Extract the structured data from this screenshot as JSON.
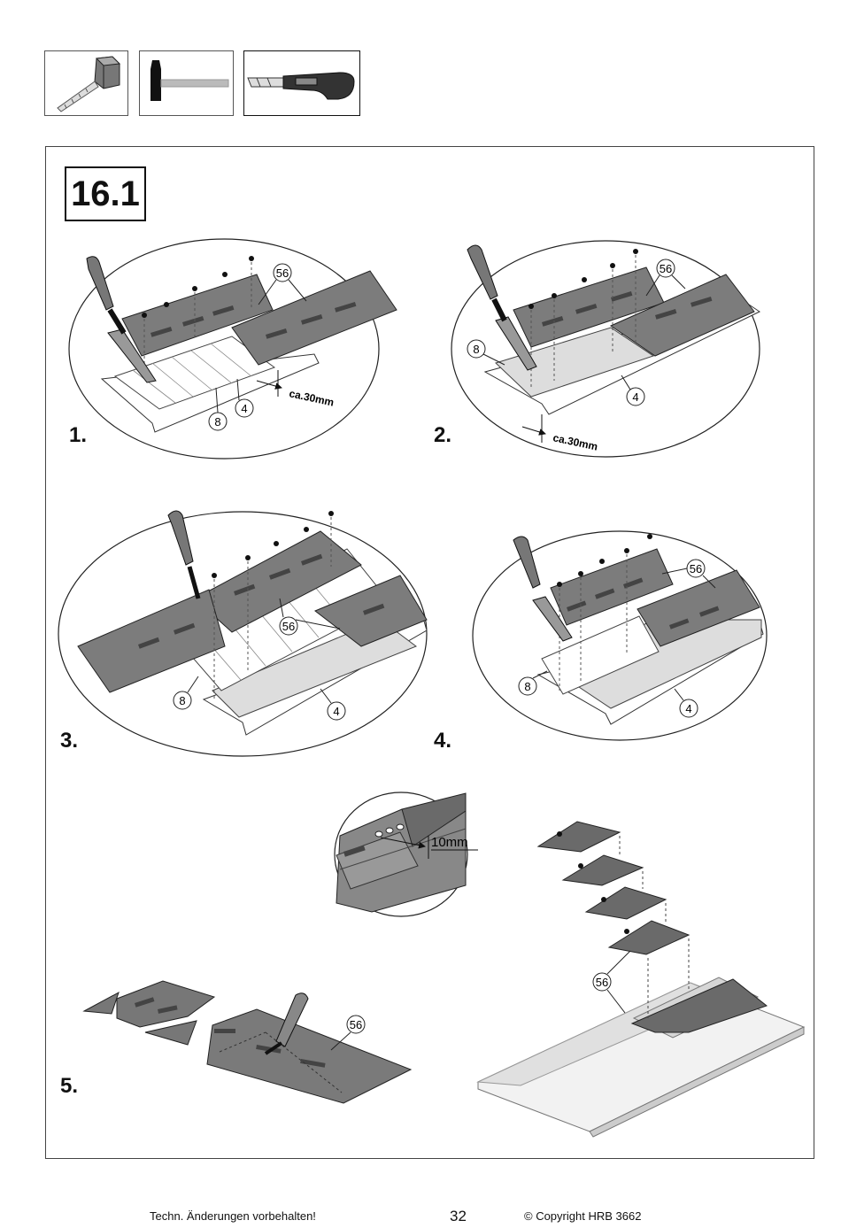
{
  "tools": [
    {
      "name": "tape-measure",
      "selected": false
    },
    {
      "name": "hammer",
      "selected": false
    },
    {
      "name": "utility-knife",
      "selected": true
    }
  ],
  "section": "16.1",
  "steps": [
    "1.",
    "2.",
    "3.",
    "4.",
    "5."
  ],
  "callouts": {
    "shingle": "56",
    "first_row": "8",
    "starter": "4"
  },
  "dimensions": {
    "overhang": "ca.30mm",
    "offset": "10mm"
  },
  "footer": {
    "notice": "Techn. Änderungen vorbehalten!",
    "page": "32",
    "copyright": "© Copyright HRB 3662"
  }
}
